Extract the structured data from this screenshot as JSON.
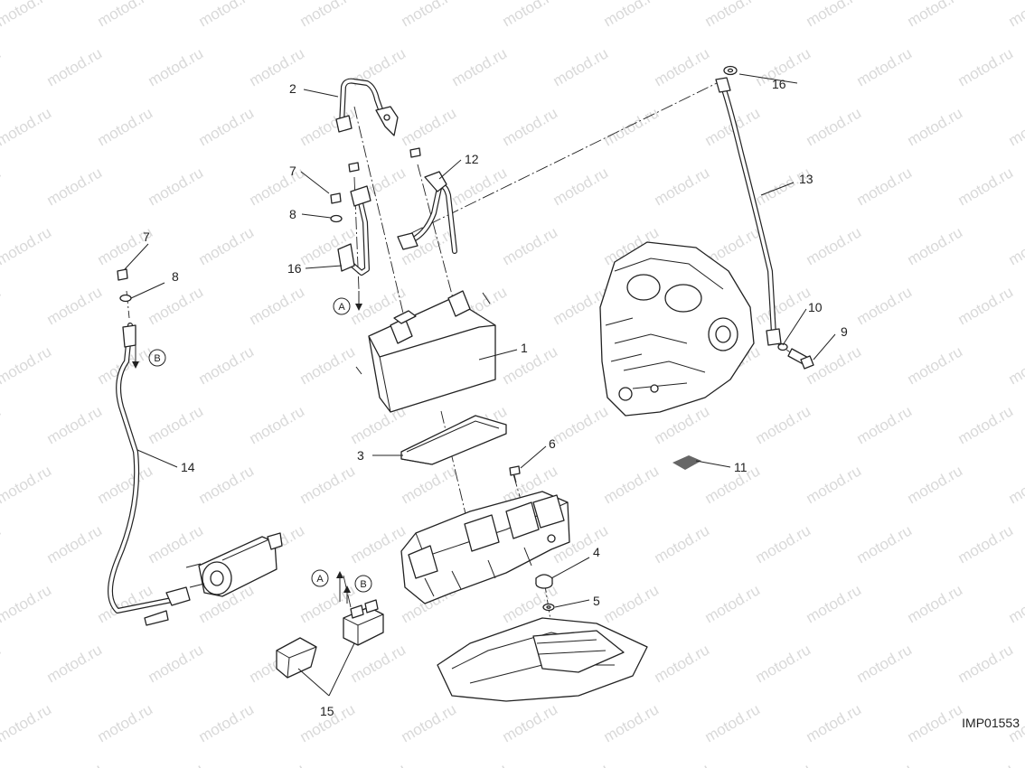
{
  "watermark": {
    "text": "motod.ru",
    "color": "#d9d9d9"
  },
  "image_code": "IMP01553",
  "callouts": [
    {
      "id": "c1",
      "label": "1"
    },
    {
      "id": "c2",
      "label": "2"
    },
    {
      "id": "c3",
      "label": "3"
    },
    {
      "id": "c4",
      "label": "4"
    },
    {
      "id": "c5",
      "label": "5"
    },
    {
      "id": "c6",
      "label": "6"
    },
    {
      "id": "c7a",
      "label": "7"
    },
    {
      "id": "c7b",
      "label": "7"
    },
    {
      "id": "c8a",
      "label": "8"
    },
    {
      "id": "c8b",
      "label": "8"
    },
    {
      "id": "c9",
      "label": "9"
    },
    {
      "id": "c10",
      "label": "10"
    },
    {
      "id": "c11",
      "label": "11"
    },
    {
      "id": "c12",
      "label": "12"
    },
    {
      "id": "c13",
      "label": "13"
    },
    {
      "id": "c14",
      "label": "14"
    },
    {
      "id": "c15",
      "label": "15"
    },
    {
      "id": "c16a",
      "label": "16"
    },
    {
      "id": "c16b",
      "label": "16"
    }
  ],
  "refs": [
    {
      "id": "rA1",
      "label": "A"
    },
    {
      "id": "rB1",
      "label": "B"
    },
    {
      "id": "rA2",
      "label": "A"
    },
    {
      "id": "rB2",
      "label": "B"
    }
  ]
}
